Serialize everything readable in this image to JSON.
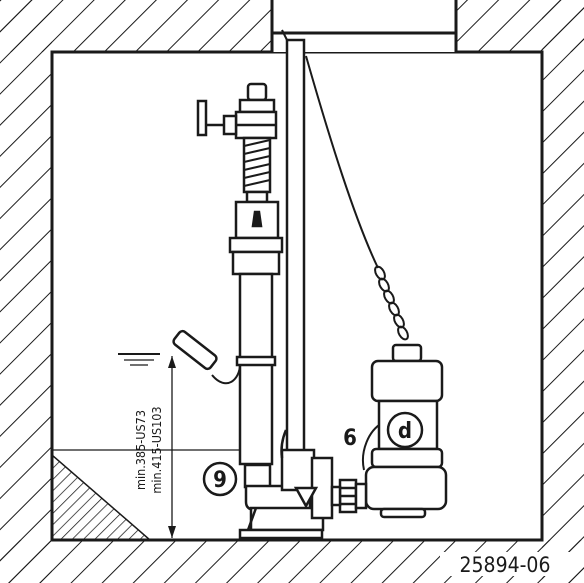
{
  "figure": {
    "reference_number": "25894-06",
    "callouts": {
      "pipe_coupling": "9",
      "pump_cable": "6",
      "pump": "d"
    },
    "dimension": {
      "line1": "min.385-US73",
      "line2": "min.415-US103"
    }
  }
}
